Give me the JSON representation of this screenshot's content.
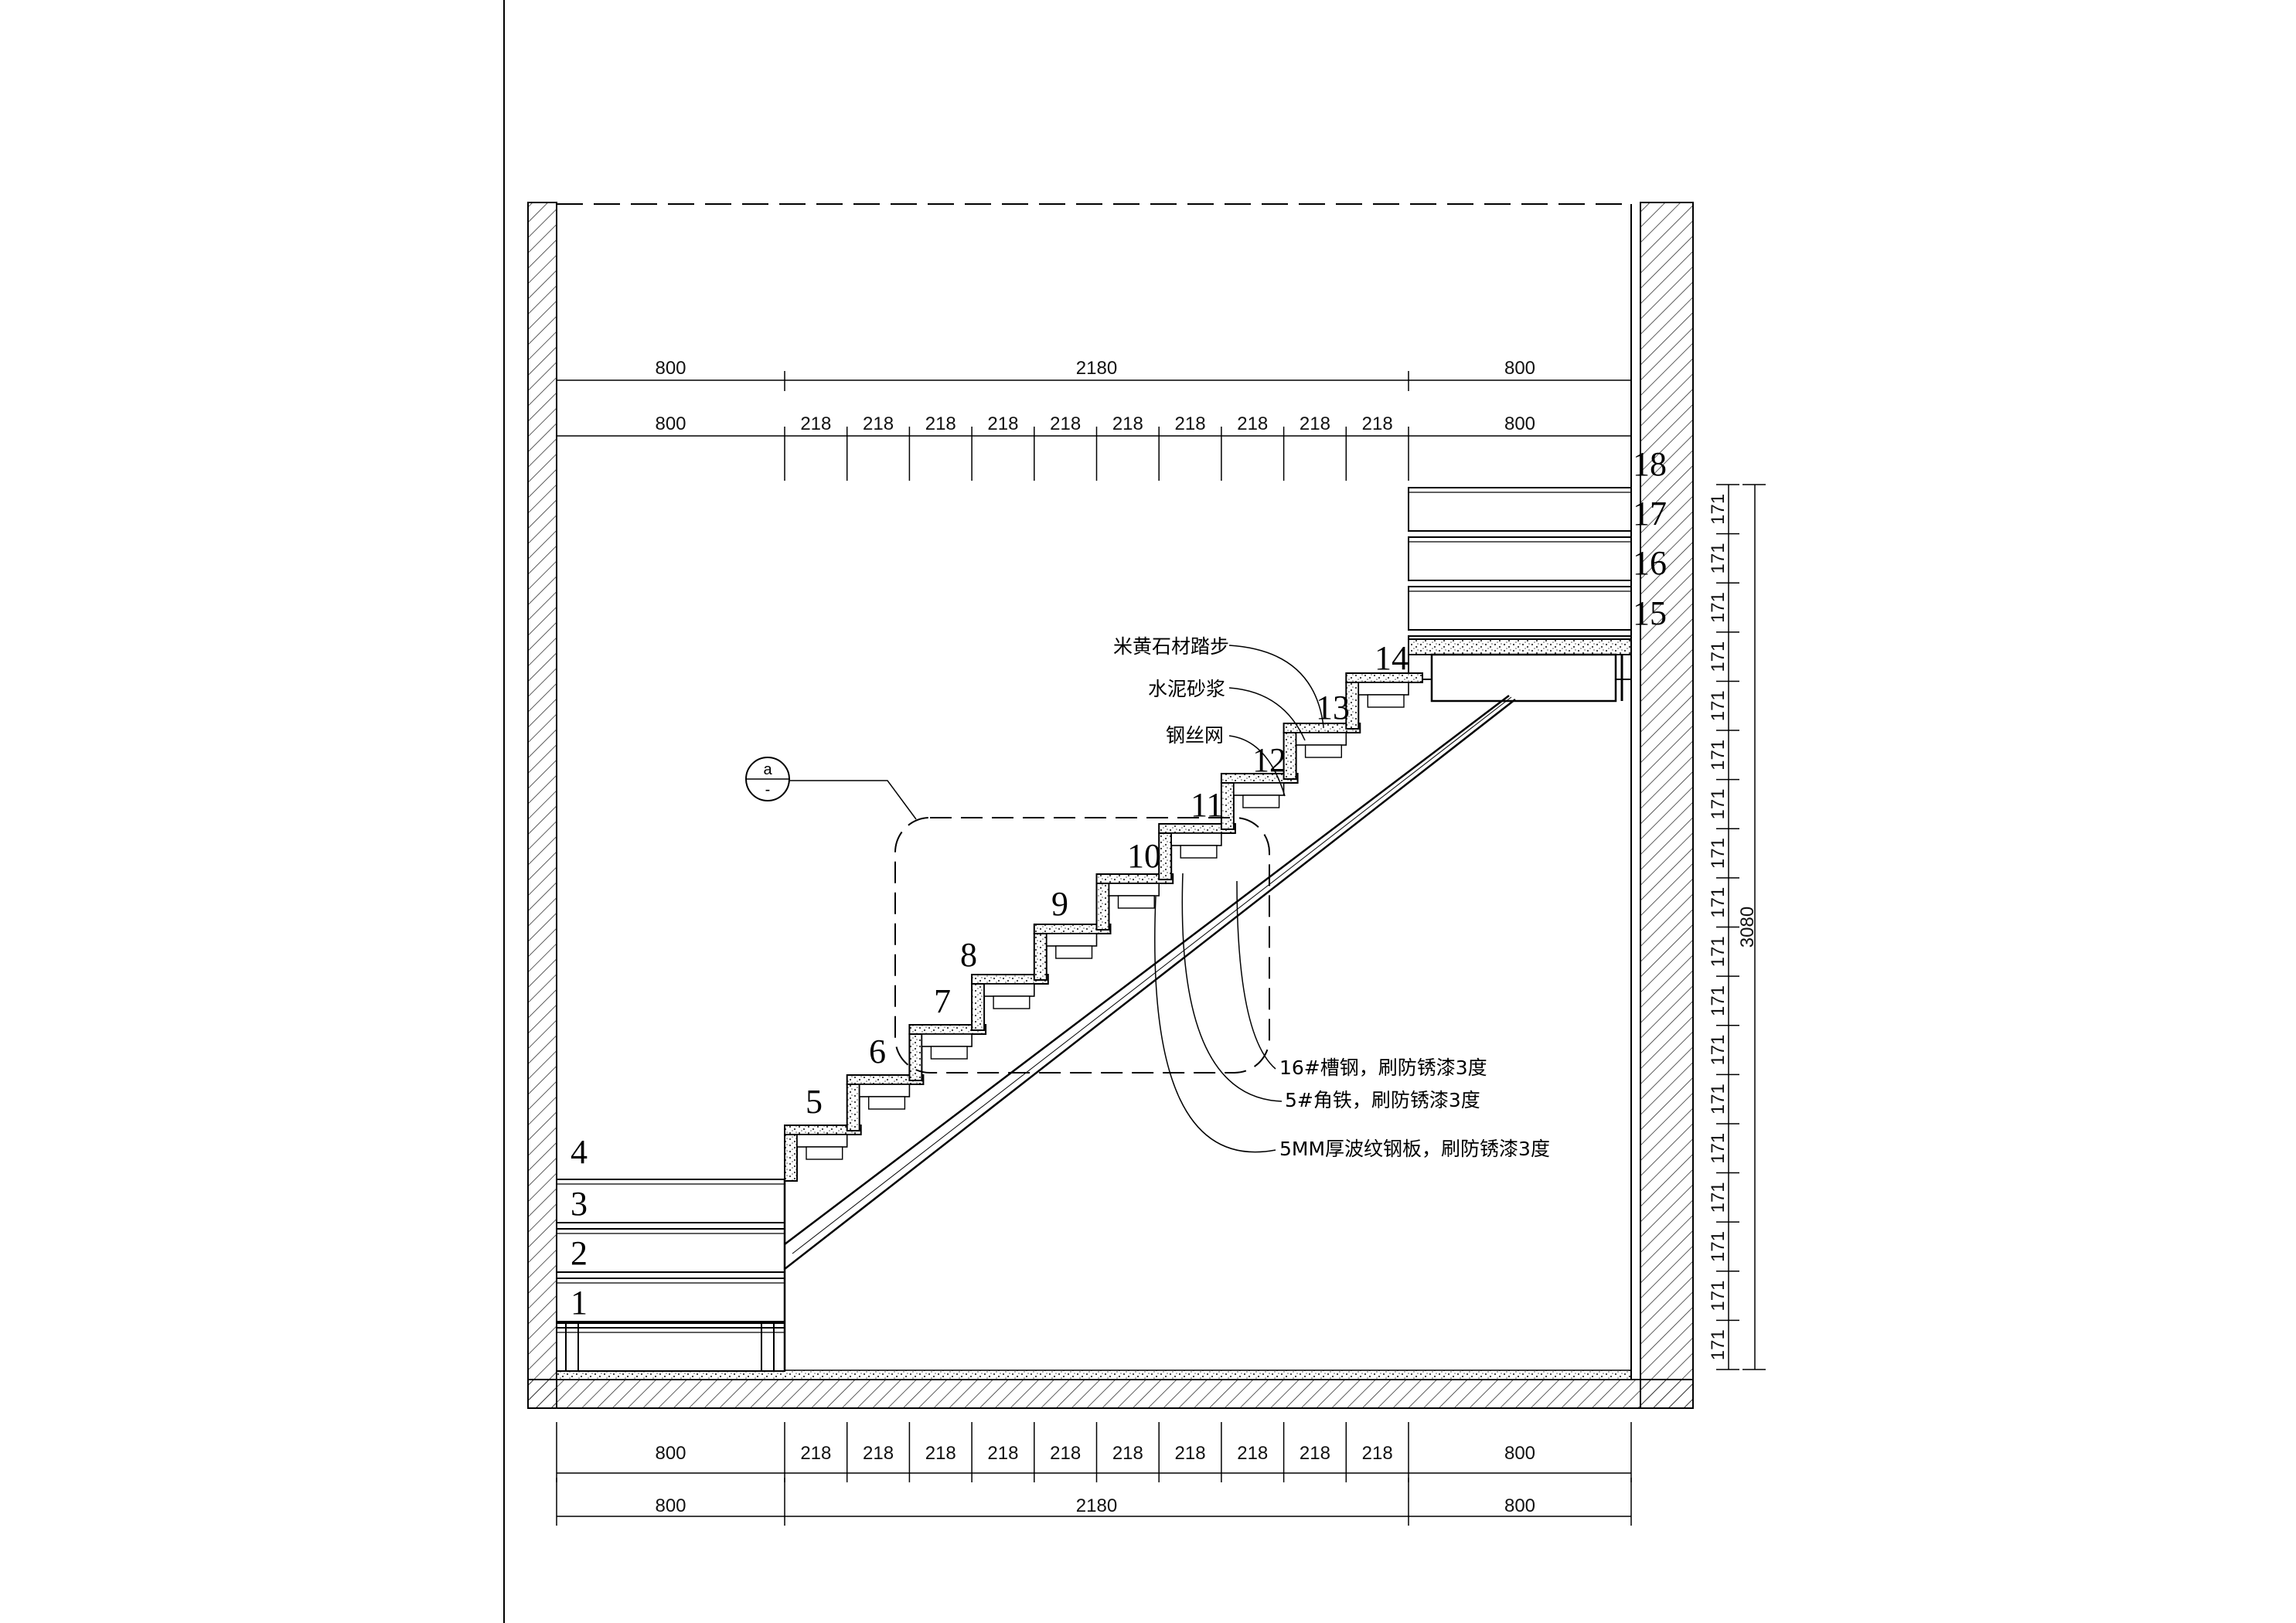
{
  "drawing": {
    "top_dims": {
      "overall": [
        "800",
        "2180",
        "800"
      ],
      "detail": [
        "800",
        "218",
        "218",
        "218",
        "218",
        "218",
        "218",
        "218",
        "218",
        "218",
        "218",
        "800"
      ]
    },
    "bottom_dims": {
      "detail": [
        "800",
        "218",
        "218",
        "218",
        "218",
        "218",
        "218",
        "218",
        "218",
        "218",
        "218",
        "800"
      ],
      "overall": [
        "800",
        "2180",
        "800"
      ]
    },
    "right_dims": {
      "risers": [
        "171",
        "171",
        "171",
        "171",
        "171",
        "171",
        "171",
        "171",
        "171",
        "171",
        "171",
        "171",
        "171",
        "171",
        "171",
        "171",
        "171",
        "171"
      ],
      "total": "3080"
    },
    "step_numbers": [
      "1",
      "2",
      "3",
      "4",
      "5",
      "6",
      "7",
      "8",
      "9",
      "10",
      "11",
      "12",
      "13",
      "14",
      "15",
      "16",
      "17",
      "18"
    ],
    "notes": {
      "stone_tread": "米黄石材踏步",
      "cement_mortar": "水泥砂浆",
      "wire_mesh": "钢丝网",
      "channel_steel": "16#槽钢，刷防锈漆3度",
      "angle_iron": "5#角铁，刷防锈漆3度",
      "checker_plate": "5MM厚波纹钢板，刷防锈漆3度"
    },
    "detail_callout": {
      "top": "a",
      "bottom": "-"
    }
  }
}
